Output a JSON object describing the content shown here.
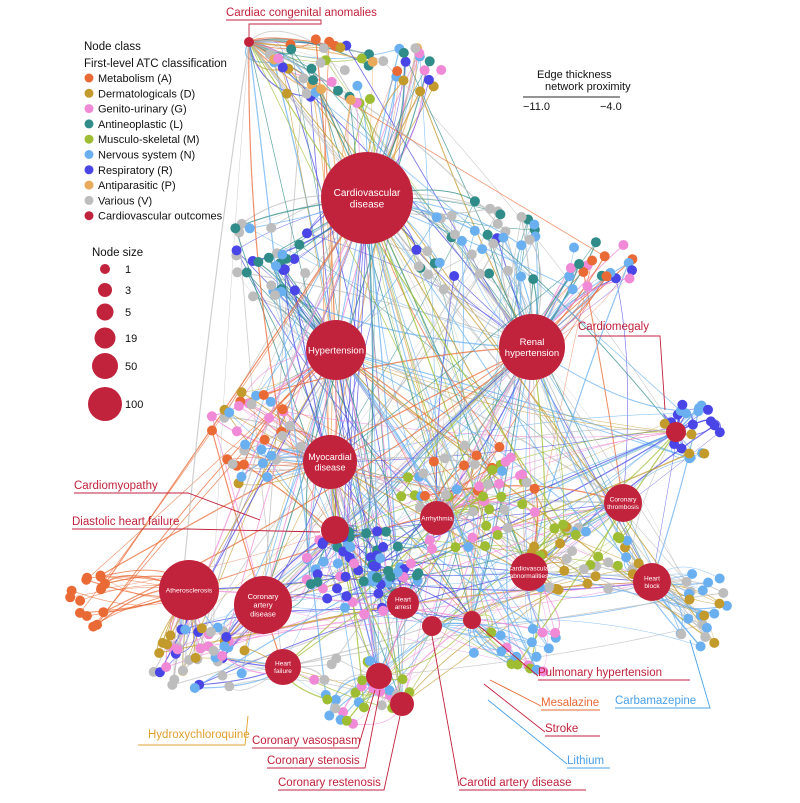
{
  "legend": {
    "title": "Node class",
    "subtitle": "First-level ATC classification",
    "classes": [
      {
        "label": "Metabolism (A)",
        "color": "#ea6a35"
      },
      {
        "label": "Dermatologicals (D)",
        "color": "#c39a2c"
      },
      {
        "label": "Genito-urinary (G)",
        "color": "#f08ad7"
      },
      {
        "label": "Antineoplastic (L)",
        "color": "#2f8c88"
      },
      {
        "label": "Musculo-skeletal (M)",
        "color": "#9fbd32"
      },
      {
        "label": "Nervous system (N)",
        "color": "#6ab0f0"
      },
      {
        "label": "Respiratory (R)",
        "color": "#4a45e6"
      },
      {
        "label": "Antiparasitic (P)",
        "color": "#e8aa5b"
      },
      {
        "label": "Various (V)",
        "color": "#bdbdbd"
      },
      {
        "label": "Cardiovascular outcomes",
        "color": "#c1223c"
      }
    ]
  },
  "size_legend": {
    "title": "Node size",
    "sizes": [
      "1",
      "3",
      "5",
      "19",
      "50",
      "100"
    ]
  },
  "edge_legend": {
    "title_line1": "Edge thickness",
    "title_line2": "network proximity",
    "min_label": "−11.0",
    "max_label": "−4.0"
  },
  "hubs": [
    {
      "label": "Cardiovascular disease",
      "lines": [
        "Cardiovascular",
        "disease"
      ]
    },
    {
      "label": "Hypertension",
      "lines": [
        "Hypertension"
      ]
    },
    {
      "label": "Renal hypertension",
      "lines": [
        "Renal",
        "hypertension"
      ]
    },
    {
      "label": "Myocardial disease",
      "lines": [
        "Myocardial",
        "disease"
      ]
    },
    {
      "label": "Arrhythmia",
      "lines": [
        "Arrhythmia"
      ]
    },
    {
      "label": "Coronary thrombosis",
      "lines": [
        "Coronary",
        "thrombosis"
      ]
    },
    {
      "label": "Atherosclerosis",
      "lines": [
        "Atherosclerosis"
      ]
    },
    {
      "label": "Coronary artery disease",
      "lines": [
        "Coronary",
        "artery",
        "disease"
      ]
    },
    {
      "label": "Heart arrest",
      "lines": [
        "Heart",
        "arrest"
      ]
    },
    {
      "label": "Cardiovascular abnormalities",
      "lines": [
        "Cardiovascular",
        "abnormalities"
      ]
    },
    {
      "label": "Heart block",
      "lines": [
        "Heart",
        "block"
      ]
    },
    {
      "label": "Heart failure",
      "lines": [
        "Heart",
        "failure"
      ]
    }
  ],
  "callouts": [
    {
      "label": "Cardiac congenital anomalies",
      "color": "#c1223c"
    },
    {
      "label": "Cardiomegaly",
      "color": "#c1223c"
    },
    {
      "label": "Cardiomyopathy",
      "color": "#c1223c"
    },
    {
      "label": "Diastolic heart failure",
      "color": "#c1223c"
    },
    {
      "label": "Pulmonary hypertension",
      "color": "#c1223c"
    },
    {
      "label": "Mesalazine",
      "color": "#ea6a35"
    },
    {
      "label": "Carbamazepine",
      "color": "#4aa0e8"
    },
    {
      "label": "Stroke",
      "color": "#c1223c"
    },
    {
      "label": "Lithium",
      "color": "#4aa0e8"
    },
    {
      "label": "Hydroxychloroquine",
      "color": "#e0a030"
    },
    {
      "label": "Coronary vasospasm",
      "color": "#c1223c"
    },
    {
      "label": "Coronary stenosis",
      "color": "#c1223c"
    },
    {
      "label": "Coronary restenosis",
      "color": "#c1223c"
    },
    {
      "label": "Carotid artery disease",
      "color": "#c1223c"
    }
  ]
}
